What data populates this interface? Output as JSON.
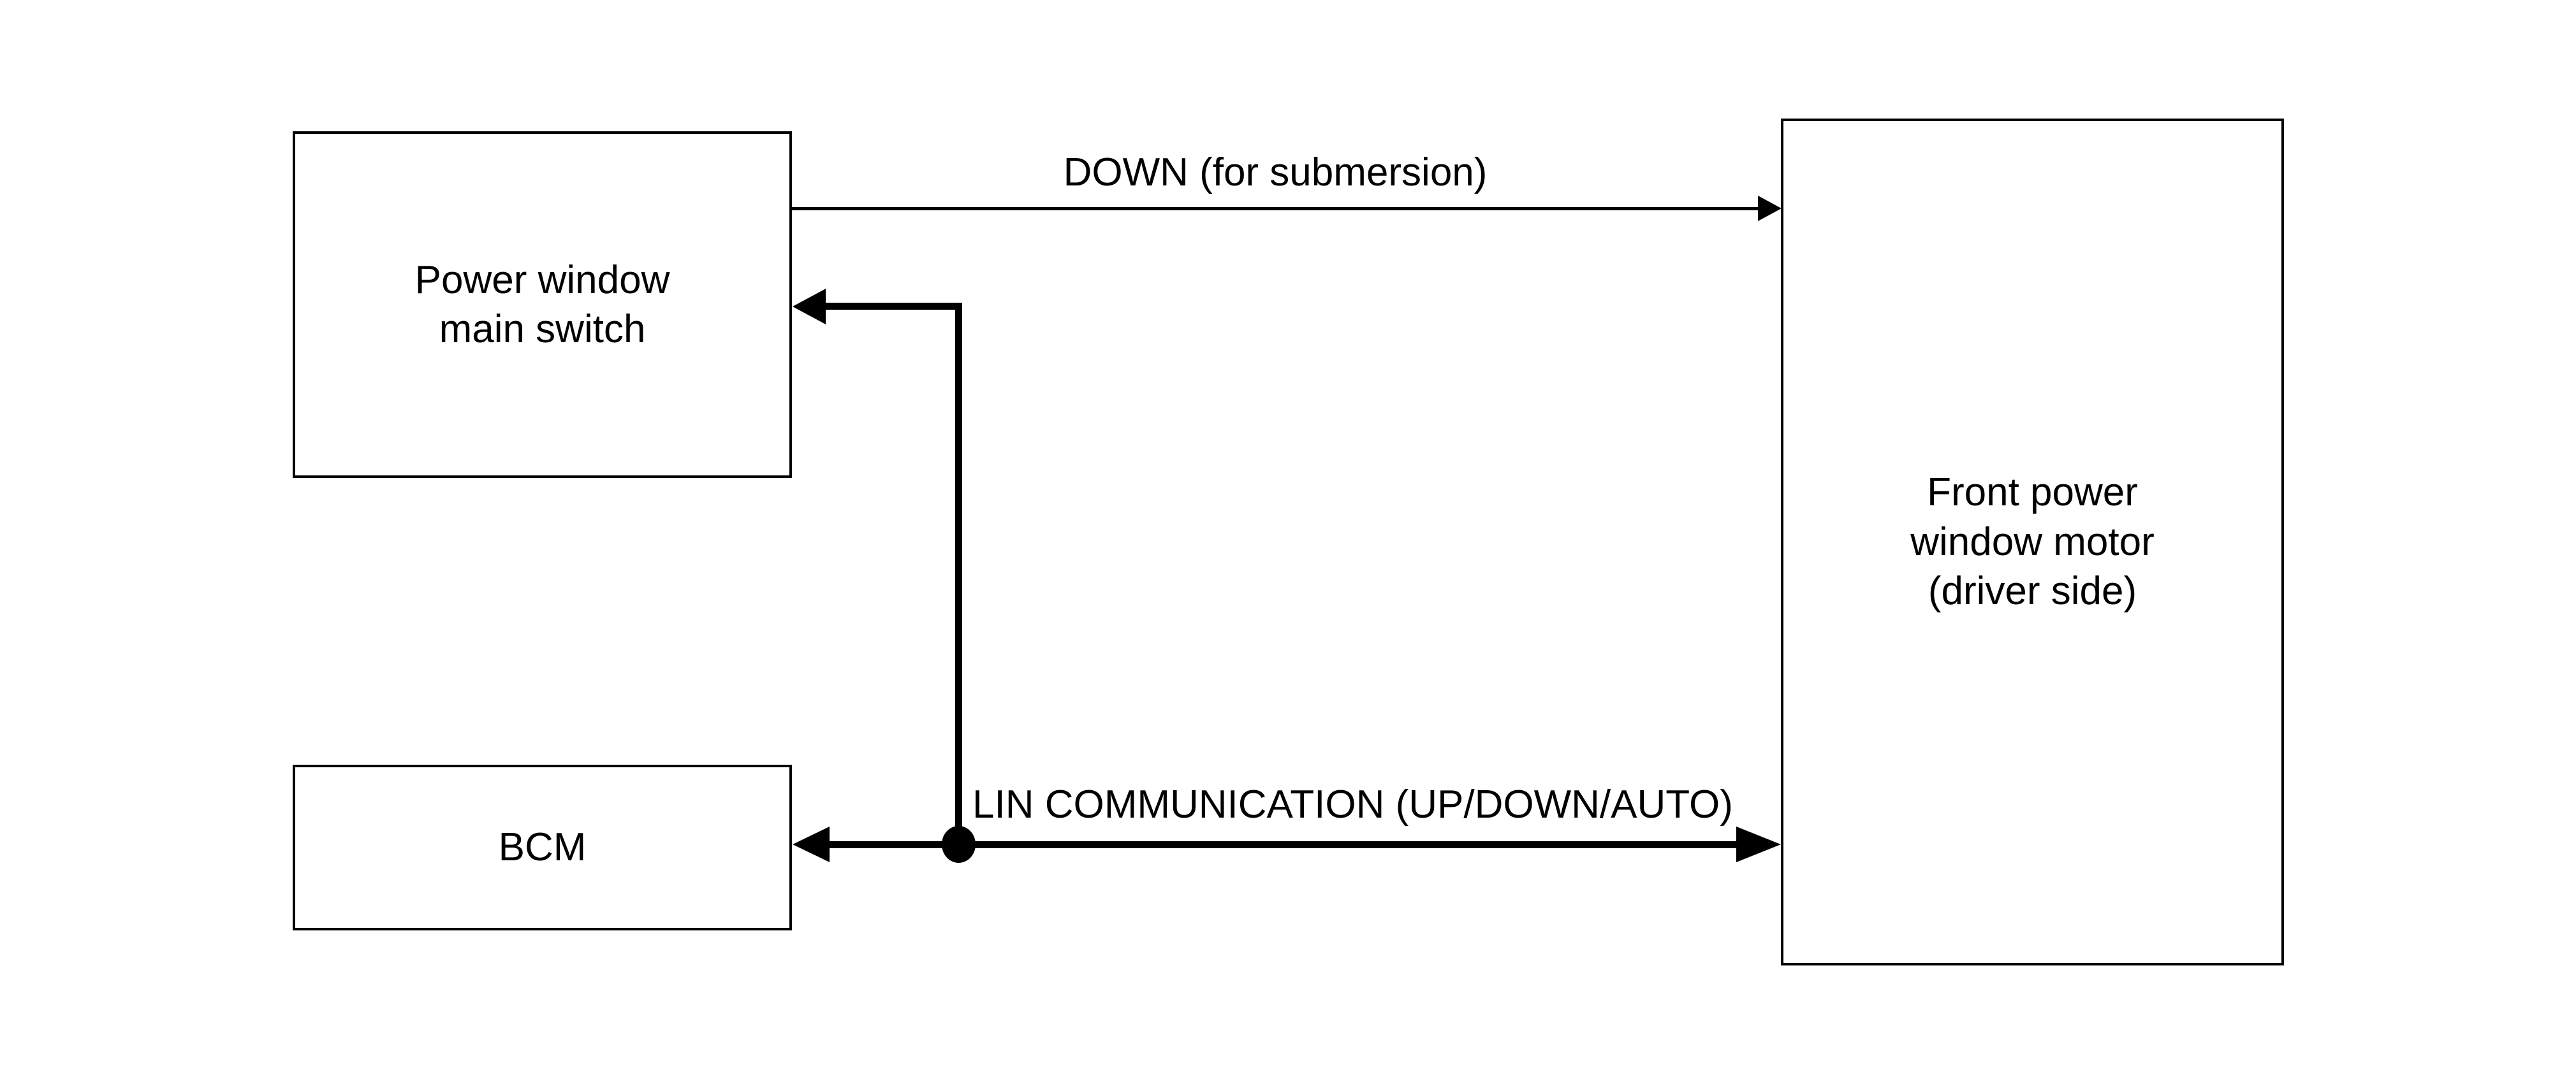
{
  "diagram": {
    "colors": {
      "background": "#ffffff",
      "line": "#000000"
    },
    "nodes": {
      "switch": {
        "lines": [
          "Power window",
          "main switch"
        ]
      },
      "bcm": {
        "lines": [
          "BCM"
        ]
      },
      "motor": {
        "lines": [
          "Front power",
          "window motor",
          "(driver side)"
        ]
      }
    },
    "edges": {
      "down": {
        "label": "DOWN (for submersion)",
        "direction": "right",
        "style": "thin"
      },
      "lin": {
        "label": "LIN COMMUNICATION (UP/DOWN/AUTO)",
        "direction": "both",
        "style": "thick"
      },
      "lin_branch": {
        "direction": "left",
        "style": "thick"
      }
    }
  }
}
